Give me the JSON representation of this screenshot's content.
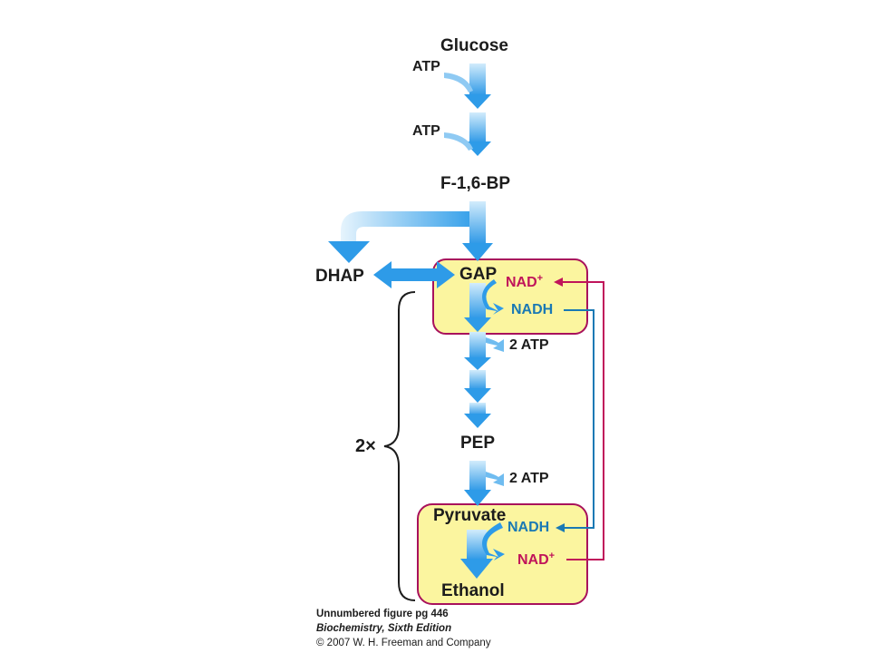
{
  "diagram": {
    "molecules": {
      "glucose": "Glucose",
      "f16bp": "F-1,6-BP",
      "dhap": "DHAP",
      "gap": "GAP",
      "pep": "PEP",
      "pyruvate": "Pyruvate",
      "ethanol": "Ethanol"
    },
    "inputs": {
      "atp_1": "ATP",
      "atp_2": "ATP"
    },
    "outputs": {
      "atp_gain_1": "2 ATP",
      "atp_gain_2": "2 ATP"
    },
    "cofactors": {
      "nad_top": "NAD",
      "nad_top_sup": "+",
      "nadh_top": "NADH",
      "nadh_bottom": "NADH",
      "nad_bottom": "NAD",
      "nad_bottom_sup": "+"
    },
    "multiplier": "2×",
    "colors": {
      "arrow_blue": "#2e9be8",
      "arrow_light": "#cfe9fb",
      "box_fill": "#fbf59f",
      "box_border": "#a8115c",
      "nad_line": "#c0145a",
      "nadh_line": "#1a79b4"
    }
  },
  "caption": {
    "line1": "Unnumbered figure pg 446",
    "line2": "Biochemistry, Sixth Edition",
    "line3": "© 2007 W. H. Freeman and Company"
  }
}
